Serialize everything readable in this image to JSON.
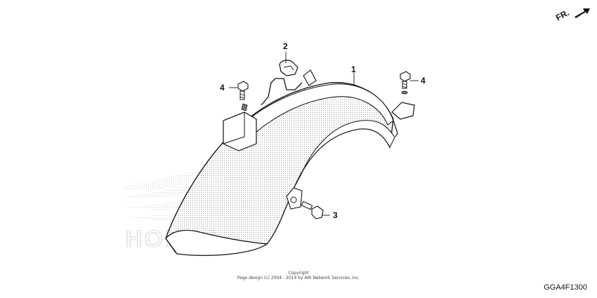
{
  "direction": {
    "label": "FR."
  },
  "callouts": [
    {
      "id": "part-1",
      "number": "1"
    },
    {
      "id": "part-2",
      "number": "2"
    },
    {
      "id": "part-3",
      "number": "3"
    },
    {
      "id": "part-4-left",
      "number": "4"
    },
    {
      "id": "part-4-right",
      "number": "4"
    }
  ],
  "watermark": {
    "brand": "HONDA"
  },
  "footer": {
    "copyright_line1": "Copyright",
    "copyright_line2": "Page design (c) 2004 - 2014 by ARI Network Services, Inc.",
    "diagram_code": "GGA4F1300"
  },
  "colors": {
    "line": "#111111",
    "watermark": "#bbbbbb",
    "shade": "#aaaaaa"
  }
}
